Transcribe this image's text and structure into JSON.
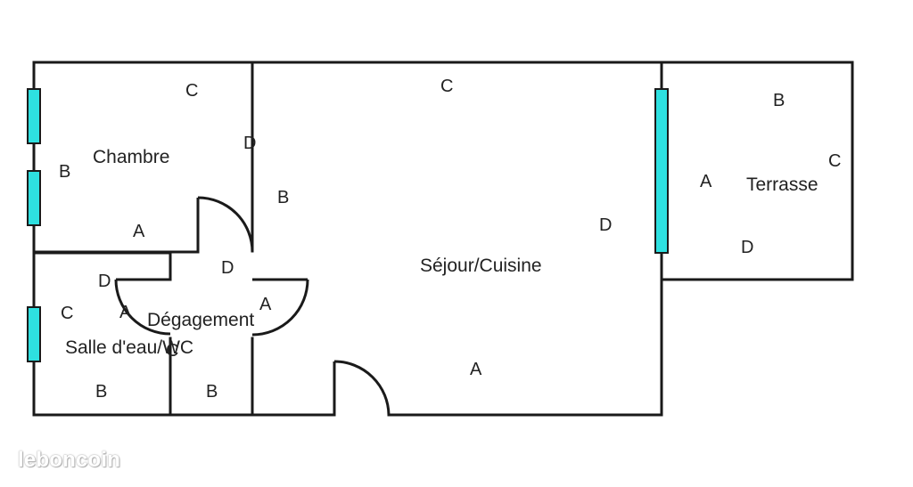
{
  "colors": {
    "wall": "#1a1a1a",
    "window_fill": "#2ee0e0",
    "window_stroke": "#1a1a1a",
    "text": "#222222"
  },
  "rooms": {
    "chambre": "Chambre",
    "sejour": "Séjour/Cuisine",
    "terrasse": "Terrasse",
    "degagement": "Dégagement",
    "salle_eau": "Salle d'eau/WC"
  },
  "walls": {
    "chambre": {
      "top": "C",
      "left": "B",
      "right": "D",
      "bottom": "A"
    },
    "sejour": {
      "top": "C",
      "left": "B",
      "right": "D",
      "bottom": "A"
    },
    "terrasse": {
      "top": "B",
      "left": "A",
      "right": "C",
      "bottom": "D"
    },
    "degagement": {
      "top": "D",
      "right": "A",
      "left": "A",
      "bottom": "B"
    },
    "salle_eau": {
      "top": "D",
      "left": "C",
      "right": "C",
      "bottom": "B"
    }
  },
  "logo": {
    "text": "leboncoin"
  }
}
